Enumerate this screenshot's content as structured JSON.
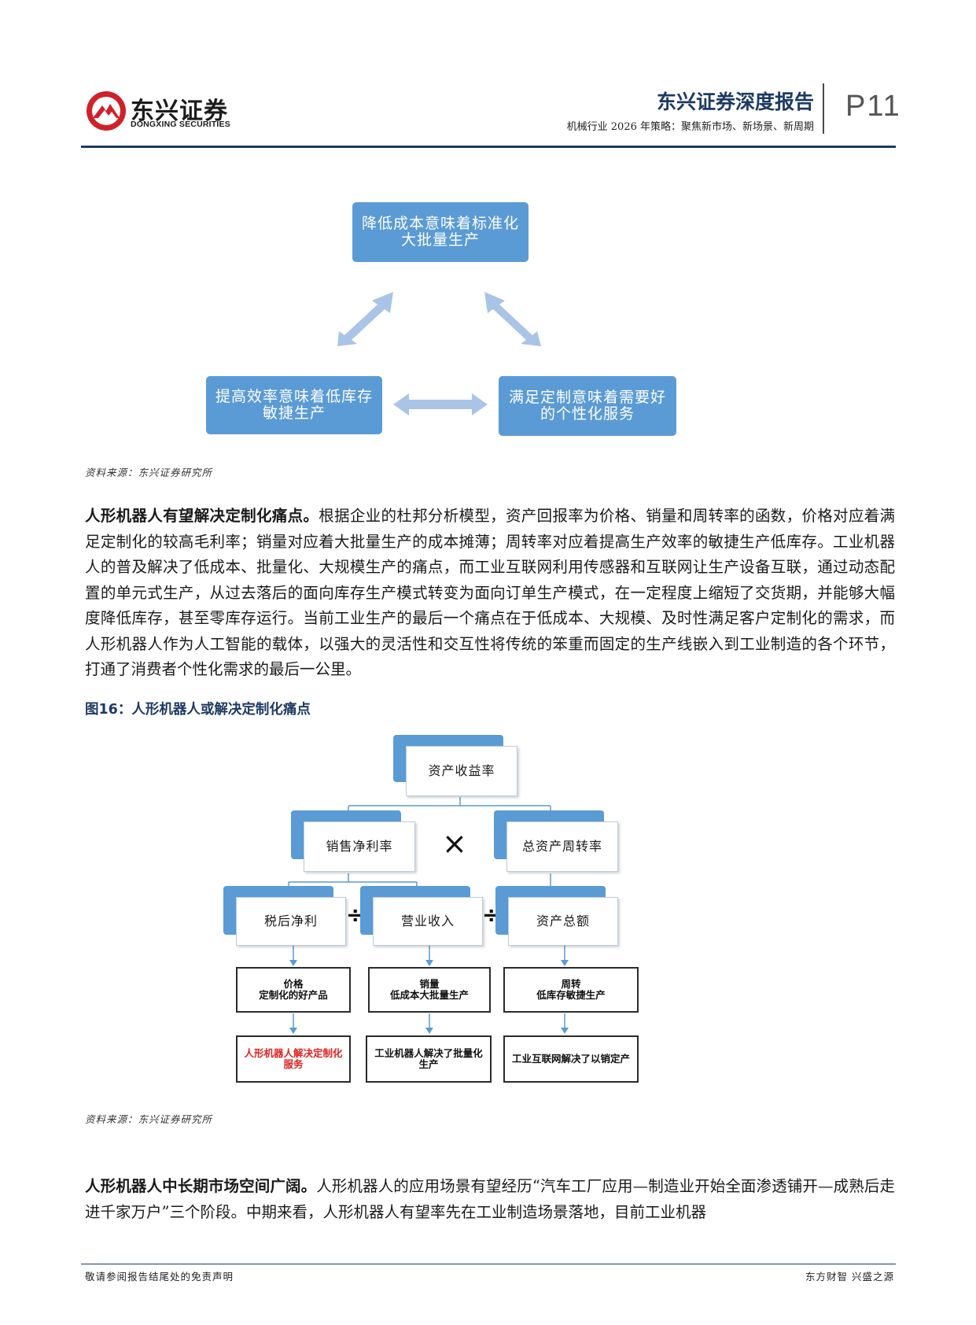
{
  "header": {
    "logo_cn": "东兴证券",
    "logo_en": "DONGXING SECURITIES",
    "report_title": "东兴证券深度报告",
    "report_subtitle": "机械行业 2026 年策略：聚焦新市场、新场景、新周期",
    "page_number": "P11"
  },
  "cycle_diagram": {
    "top": "降低成本意味着标准化大批量生产",
    "left": "提高效率意味着低库存敏捷生产",
    "right": "满足定制意味着需要好的个性化服务",
    "source": "资料来源：东兴证券研究所"
  },
  "paragraph1": {
    "lead": "人形机器人有望解决定制化痛点。",
    "text": "根据企业的杜邦分析模型，资产回报率为价格、销量和周转率的函数，价格对应着满足定制化的较高毛利率；销量对应着大批量生产的成本摊薄；周转率对应着提高生产效率的敏捷生产低库存。工业机器人的普及解决了低成本、批量化、大规模生产的痛点，而工业互联网利用传感器和互联网让生产设备互联，通过动态配置的单元式生产，从过去落后的面向库存生产模式转变为面向订单生产模式，在一定程度上缩短了交货期，并能够大幅度降低库存，甚至零库存运行。当前工业生产的最后一个痛点在于低成本、大规模、及时性满足客户定制化的需求，而人形机器人作为人工智能的载体，以强大的灵活性和交互性将传统的笨重而固定的生产线嵌入到工业制造的各个环节，打通了消费者个性化需求的最后一公里。"
  },
  "figure16": {
    "caption": "图16：人形机器人或解决定制化痛点",
    "root": "资产收益率",
    "level2": [
      "销售净利率",
      "总资产周转率"
    ],
    "multiply": "×",
    "level3": [
      "税后净利",
      "营业收入",
      "资产总额"
    ],
    "divide": "÷",
    "level4": [
      {
        "title": "价格",
        "text": "定制化的好产品"
      },
      {
        "title": "销量",
        "text": "低成本大批量生产"
      },
      {
        "title": "周转",
        "text": "低库存敏捷生产"
      }
    ],
    "level5": [
      "人形机器人解决定制化服务",
      "工业机器人解决了批量化生产",
      "工业互联网解决了以销定产"
    ],
    "highlight_color": "#e02020",
    "source": "资料来源：东兴证券研究所"
  },
  "paragraph2": {
    "lead": "人形机器人中长期市场空间广阔。",
    "text": "人形机器人的应用场景有望经历“汽车工厂应用—制造业开始全面渗透铺开—成熟后走进千家万户”三个阶段。中期来看，人形机器人有望率先在工业制造场景落地，目前工业机器"
  },
  "footer": {
    "left": "敬请参阅报告结尾处的免责声明",
    "right": "东方财智  兴盛之源"
  },
  "colors": {
    "brand_navy": "#1e3a63",
    "box_blue": "#5b9bd5",
    "arrow_blue": "#a9c4e6",
    "logo_red": "#d0202a"
  }
}
